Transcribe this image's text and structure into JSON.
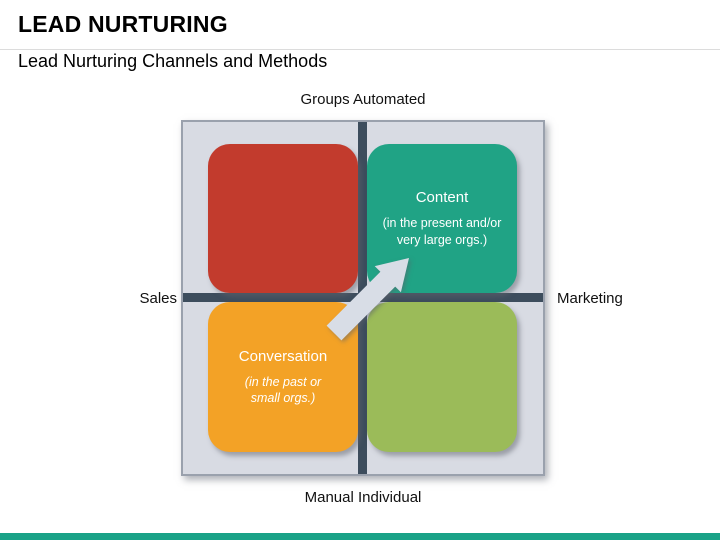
{
  "slide": {
    "title": "LEAD NURTURING",
    "subtitle": "Lead Nurturing Channels and Methods"
  },
  "matrix": {
    "axis_top": "Groups Automated",
    "axis_bottom": "Manual Individual",
    "axis_left": "Sales",
    "axis_right": "Marketing",
    "quadrants": [
      {
        "position": "top-left",
        "color": "#c23b2d",
        "title": "",
        "note": ""
      },
      {
        "position": "top-right",
        "color": "#20a385",
        "title": "Content",
        "note": "(in the present and/or very large orgs.)"
      },
      {
        "position": "bottom-left",
        "color": "#f3a226",
        "title": "Conversation",
        "note": "(in the past or small orgs.)"
      },
      {
        "position": "bottom-right",
        "color": "#9bbb59",
        "title": "",
        "note": ""
      }
    ],
    "arrow": {
      "direction": "up-right",
      "color": "#d8dde6"
    }
  },
  "colors": {
    "matrix_bg": "#d8dbe3",
    "matrix_border": "#9aa1ad",
    "divider": "#3d4d5d",
    "footer_bar": "#1aa287"
  }
}
